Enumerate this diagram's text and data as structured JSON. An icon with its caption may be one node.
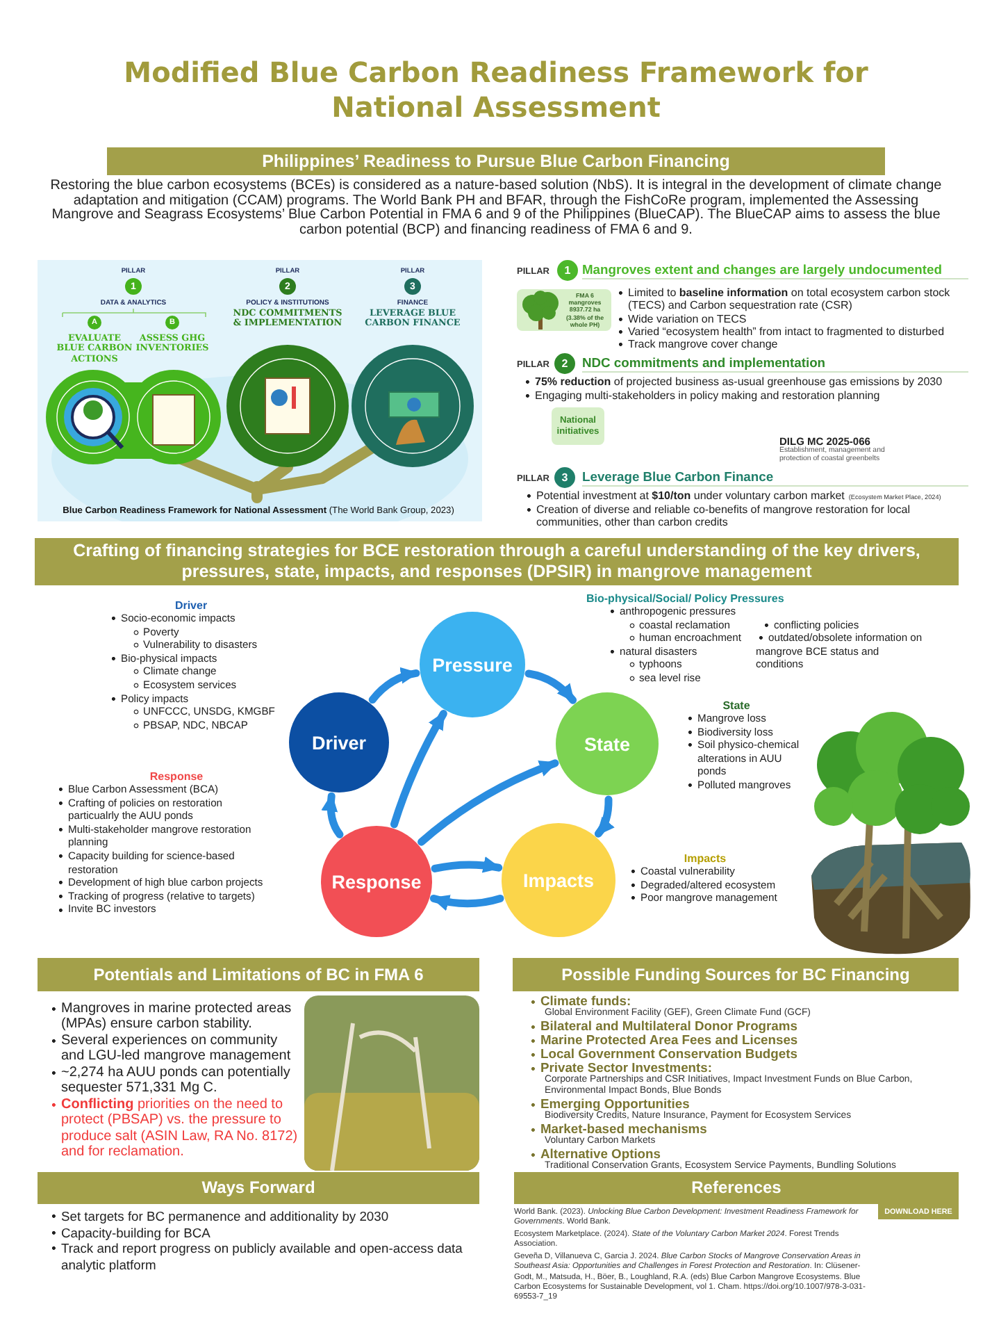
{
  "diagram": {
    "title": "Modified Blue Carbon Readiness Framework for National Assessment",
    "nodes": [
      {
        "text": [
          "Philippines’ Readiness to Pursue Blue Carbon Financing"
        ]
      },
      {
        "text": [
          "1"
        ],
        "beside": [
          "PILLAR",
          "DATA & ANALYTICS"
        ]
      },
      {
        "text": [
          "A"
        ],
        "beside": [
          "EVALUATE BLUE CARBON ACTIONS"
        ]
      },
      {
        "text": [
          "B"
        ],
        "beside": [
          "ASSESS GHG INVENTORIES"
        ]
      },
      {
        "text": [
          "2"
        ],
        "beside": [
          "PILLAR",
          "POLICY & INSTITUTIONS",
          "NDC COMMITMENTS & IMPLEMENTATION"
        ]
      },
      {
        "text": [
          "3"
        ],
        "beside": [
          "PILLAR",
          "FINANCE",
          "LEVERAGE BLUE CARBON FINANCE"
        ]
      },
      {
        "text": [
          "1"
        ],
        "beside": [
          "PILLAR"
        ]
      },
      {
        "text": [
          "FMA 6 mangroves 8937.72 ha (3.38% of the whole PH)"
        ]
      },
      {
        "text": [
          "2"
        ],
        "beside": [
          "PILLAR"
        ]
      },
      {
        "text": [
          "National initiatives"
        ]
      },
      {
        "text": [
          "3"
        ],
        "beside": [
          "PILLAR"
        ]
      },
      {
        "text": [
          "Crafting of financing strategies for BCE restoration through a careful understanding of the key drivers, pressures, state, impacts, and responses (DPSIR) in mangrove management"
        ]
      },
      {
        "text": [
          "Driver"
        ]
      },
      {
        "text": [
          "Pressure"
        ]
      },
      {
        "text": [
          "State"
        ]
      },
      {
        "text": [
          "Impacts"
        ]
      },
      {
        "text": [
          "Response"
        ]
      },
      {
        "text": [
          "Potentials and Limitations of BC in FMA 6"
        ]
      },
      {
        "text": [
          "Possible Funding Sources for BC Financing"
        ]
      },
      {
        "text": [
          "Ways Forward"
        ]
      },
      {
        "text": [
          "References"
        ]
      },
      {
        "text": [
          "DOWNLOAD HERE"
        ]
      }
    ],
    "edges": [
      {
        "from": 12,
        "to": 13,
        "arrow": "to"
      },
      {
        "from": 13,
        "to": 14,
        "arrow": "to"
      },
      {
        "from": 14,
        "to": 15,
        "arrow": "to"
      },
      {
        "from": 15,
        "to": 16,
        "arrow": "to"
      },
      {
        "from": 16,
        "to": 12,
        "arrow": "to"
      },
      {
        "from": 16,
        "to": 13,
        "arrow": "to"
      },
      {
        "from": 16,
        "to": 14,
        "arrow": "to"
      },
      {
        "from": 16,
        "to": 15,
        "arrow": "to"
      }
    ],
    "labels": [
      "Restoring the blue carbon ecosystems (BCEs) is considered as a nature-based solution (NbS). It is integral in the development of climate change adaptation and mitigation (CCAM) programs. The World Bank PH and BFAR, through the FishCoRe program, implemented the Assessing Mangrove and Seagrass Ecosystems’ Blue Carbon Potential in FMA 6 and 9 of the Philippines (BlueCAP). The BlueCAP aims to assess the blue carbon potential (BCP) and financing readiness of FMA 6 and 9.",
      "**Blue Carbon Readiness Framework for National Assessment** (The World Bank Group, 2023)",
      "Mangroves extent and changes are largely undocumented",
      "Limited to **baseline information** on total ecosystem carbon stock (TECS) and Carbon sequestration rate (CSR)",
      "Wide variation on TECS",
      "Varied “ecosystem health” from intact to fragmented to disturbed",
      "Track mangrove cover change",
      "NDC commitments and implementation",
      "**75% reduction** of projected business as-usual greenhouse gas emissions by 2030",
      "Engaging multi-stakeholders in policy making and restoration planning",
      "DILG MC 2025-066",
      "Establishment, management and protection of coastal greenbelts",
      "Leverage Blue Carbon Finance",
      "Potential investment at **$10/ton** under voluntary carbon market",
      "(Ecosystem Market Place, 2024)",
      "Creation of diverse and reliable co-benefits of mangrove restoration for local communities, other than carbon credits",
      "Driver",
      "Socio-economic impacts",
      "Poverty",
      "Vulnerability to disasters",
      "Bio-physical impacts",
      "Climate change",
      "Ecosystem services",
      "Policy impacts",
      "UNFCCC, UNSDG, KMGBF",
      "PBSAP, NDC, NBCAP",
      "Bio-physical/Social/ Policy Pressures",
      "anthropogenic pressures",
      "coastal reclamation",
      "human encroachment",
      "natural disasters",
      "typhoons",
      "sea level rise",
      "conflicting policies",
      "outdated/obsolete information on mangrove BCE status and conditions",
      "State",
      "Mangrove loss",
      "Biodiversity loss",
      "Soil physico-chemical alterations in AUU ponds",
      "Polluted mangroves",
      "Response",
      "Blue Carbon Assessment (BCA)",
      "Crafting of policies on restoration particualrly the AUU ponds",
      "Multi-stakeholder mangrove restoration planning",
      "Capacity building for science-based restoration",
      "Development of high blue carbon projects",
      "Tracking of progress (relative to targets)",
      "Invite BC investors",
      "Impacts",
      "Coastal vulnerability",
      "Degraded/altered ecosystem",
      "Poor mangrove management",
      "Mangroves in marine protected areas (MPAs) ensure carbon stability.",
      "Several experiences on community and LGU-led mangrove management",
      "~2,274 ha AUU ponds can potentially sequester 571,331 Mg C.",
      "**Conflicting** priorities on the need to protect (PBSAP) vs. the pressure to produce salt (ASIN Law, RA No. 8172) and for reclamation.",
      "Set targets for BC permanence and additionality by 2030",
      "Capacity-building for BCA",
      "Track and report progress on publicly available and open-access data analytic platform",
      "Climate funds:",
      "Global Environment Facility (GEF), Green Climate Fund (GCF)",
      "Bilateral and Multilateral Donor Programs",
      "Marine Protected Area Fees and Licenses",
      "Local Government Conservation Budgets",
      "Private Sector Investments:",
      "Corporate Partnerships and CSR Initiatives, Impact Investment Funds on Blue Carbon, Environmental Impact Bonds, Blue Bonds",
      "Emerging Opportunities",
      "Biodiversity Credits, Nature Insurance, Payment for Ecosystem Services",
      "Market-based mechanisms",
      "Voluntary Carbon Markets",
      "Alternative Options",
      "Traditional Conservation Grants, Ecosystem Service Payments, Bundling Solutions",
      "World Bank. (2023). *Unlocking Blue Carbon Development: Investment Readiness Framework for Governments*. World Bank.",
      "Ecosystem Marketplace. (2024). *State of the Voluntary Carbon Market 2024*. Forest Trends Association.",
      "Geveña D, Villanueva C, Garcia J. 2024. *Blue Carbon Stocks of Mangrove Conservation Areas in Southeast Asia: Opportunities and Challenges in Forest Protection and Restoration*. In: Clüsener-Godt, M., Matsuda, H., Böer, B., Loughland, R.A. (eds) Blue Carbon Mangrove Ecosystems. Blue Carbon Ecosystems for Sustainable Development, vol 1. Cham. https://doi.org/10.1007/978-3-031-69553-7_19"
    ]
  }
}
